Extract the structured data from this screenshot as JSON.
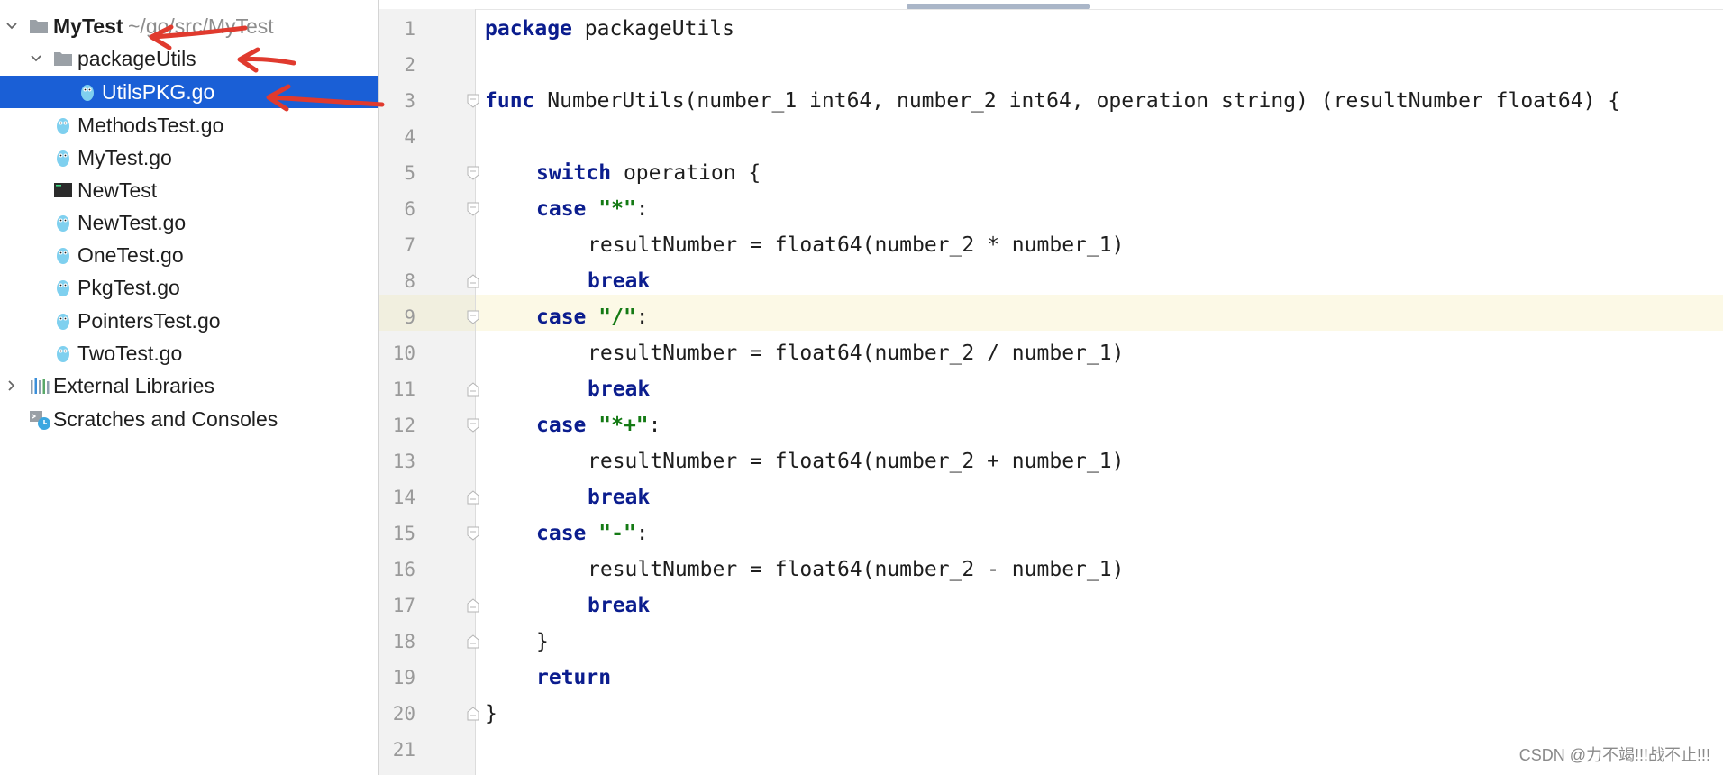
{
  "project_tree": {
    "root": {
      "name": "MyTest",
      "path": "~/go/src/MyTest"
    },
    "package": {
      "name": "packageUtils"
    },
    "selected_file": "UtilsPKG.go",
    "files": [
      "MethodsTest.go",
      "MyTest.go",
      "NewTest",
      "NewTest.go",
      "OneTest.go",
      "PkgTest.go",
      "PointersTest.go",
      "TwoTest.go"
    ],
    "external_libraries": "External Libraries",
    "scratches": "Scratches and Consoles"
  },
  "editor": {
    "line_numbers": [
      "1",
      "2",
      "3",
      "4",
      "5",
      "6",
      "7",
      "8",
      "9",
      "10",
      "11",
      "12",
      "13",
      "14",
      "15",
      "16",
      "17",
      "18",
      "19",
      "20",
      "21"
    ],
    "highlighted_line": "9",
    "lines": [
      [
        "package",
        "packageUtils"
      ],
      [],
      [
        "func",
        "NumberUtils(number_1 int64, number_2 int64, operation string) (resultNumber float64) {"
      ],
      [],
      [
        "switch",
        "operation {"
      ],
      [
        "case",
        "\"*\"",
        ":"
      ],
      [
        "resultNumber = float64(number_2 * number_1)"
      ],
      [
        "break"
      ],
      [
        "case",
        "\"/\"",
        ":"
      ],
      [
        "resultNumber = float64(number_2 / number_1)"
      ],
      [
        "break"
      ],
      [
        "case",
        "\"*+\"",
        ":"
      ],
      [
        "resultNumber = float64(number_2 + number_1)"
      ],
      [
        "break"
      ],
      [
        "case",
        "\"-\"",
        ":"
      ],
      [
        "resultNumber = float64(number_2 - number_1)"
      ],
      [
        "break"
      ],
      [
        "}"
      ],
      [
        "return"
      ],
      [
        "}"
      ],
      []
    ]
  },
  "watermark": "CSDN @力不竭!!!战不止!!!",
  "colors": {
    "selection": "#1a5fd6",
    "keyword": "#0b1d8e",
    "string": "#147a14",
    "annotation_arrow": "#e03a2e",
    "current_line": "#fcf9e6"
  }
}
